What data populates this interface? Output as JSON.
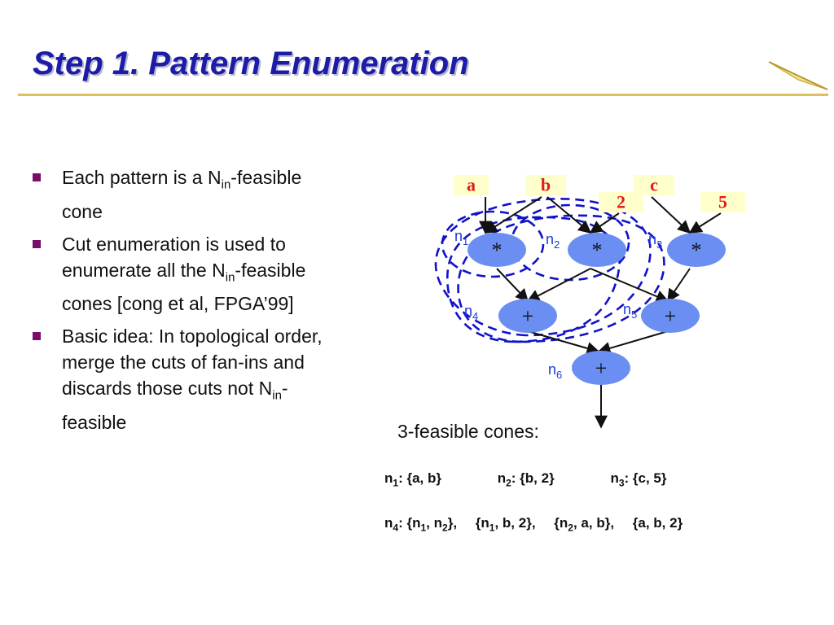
{
  "slide": {
    "title": "Step 1. Pattern Enumeration"
  },
  "bullets": [
    {
      "before": "Each pattern is a N",
      "sub": "in",
      "after": "-feasible cone"
    },
    {
      "before": "Cut enumeration is used to enumerate all the N",
      "sub": "in",
      "after": "-feasible cones [cong et al, FPGA’99]"
    },
    {
      "before": "Basic idea: In topological order, merge the cuts of fan-ins and discards those cuts not N",
      "sub": "in",
      "after": "-feasible"
    }
  ],
  "diagram": {
    "inputs": [
      "a",
      "b",
      "c",
      "2",
      "5"
    ],
    "nodes": [
      {
        "op": "*",
        "label": "n",
        "idx": "1"
      },
      {
        "op": "*",
        "label": "n",
        "idx": "2"
      },
      {
        "op": "*",
        "label": "n",
        "idx": "3"
      },
      {
        "op": "+",
        "label": "n",
        "idx": "4"
      },
      {
        "op": "+",
        "label": "n",
        "idx": "5"
      },
      {
        "op": "+",
        "label": "n",
        "idx": "6"
      }
    ],
    "colors": {
      "node_fill": "#6b8ef3",
      "input_fill": "#ffffcc",
      "input_text": "#e21a1a",
      "label": "#1a3adc",
      "dashed": "#1111c8",
      "edge": "#111111"
    }
  },
  "cones": {
    "caption": "3-feasible cones:",
    "row1": [
      {
        "node": "n",
        "sub": "1",
        "set": ": {a, b}"
      },
      {
        "node": "n",
        "sub": "2",
        "set": ": {b, 2}"
      },
      {
        "node": "n",
        "sub": "3",
        "set": ": {c, 5}"
      }
    ],
    "row2": {
      "node": "n",
      "sub": "4",
      "sep": ":",
      "sets": [
        {
          "open": "{n",
          "sub": "1",
          "mid": ", n",
          "sub2": "2",
          "close": "},"
        },
        {
          "open": "{n",
          "sub": "1",
          "close": ", b, 2},"
        },
        {
          "open": "{n",
          "sub": "2",
          "close": ", a, b},"
        },
        {
          "open": "{a, b, 2}",
          "close": ""
        }
      ]
    }
  }
}
